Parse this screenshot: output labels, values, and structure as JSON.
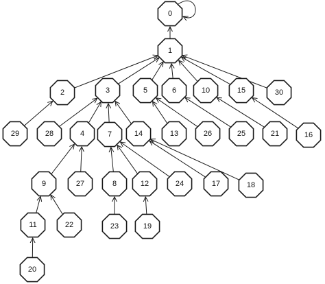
{
  "tree": {
    "root": "0",
    "nodes": [
      "0",
      "1",
      "2",
      "3",
      "4",
      "5",
      "6",
      "7",
      "8",
      "9",
      "10",
      "11",
      "12",
      "13",
      "14",
      "15",
      "16",
      "17",
      "18",
      "19",
      "20",
      "21",
      "22",
      "23",
      "24",
      "25",
      "26",
      "27",
      "28",
      "29",
      "30"
    ],
    "edges": [
      {
        "from": "0",
        "to": "0"
      },
      {
        "from": "1",
        "to": "0"
      },
      {
        "from": "2",
        "to": "1"
      },
      {
        "from": "3",
        "to": "1"
      },
      {
        "from": "5",
        "to": "1"
      },
      {
        "from": "6",
        "to": "1"
      },
      {
        "from": "10",
        "to": "1"
      },
      {
        "from": "15",
        "to": "1"
      },
      {
        "from": "30",
        "to": "1"
      },
      {
        "from": "29",
        "to": "2"
      },
      {
        "from": "28",
        "to": "3"
      },
      {
        "from": "4",
        "to": "3"
      },
      {
        "from": "7",
        "to": "3"
      },
      {
        "from": "14",
        "to": "3"
      },
      {
        "from": "13",
        "to": "5"
      },
      {
        "from": "26",
        "to": "5"
      },
      {
        "from": "25",
        "to": "6"
      },
      {
        "from": "21",
        "to": "10"
      },
      {
        "from": "16",
        "to": "15"
      },
      {
        "from": "9",
        "to": "4"
      },
      {
        "from": "27",
        "to": "4"
      },
      {
        "from": "8",
        "to": "7"
      },
      {
        "from": "12",
        "to": "7"
      },
      {
        "from": "24",
        "to": "7"
      },
      {
        "from": "17",
        "to": "14"
      },
      {
        "from": "18",
        "to": "14"
      },
      {
        "from": "11",
        "to": "9"
      },
      {
        "from": "22",
        "to": "9"
      },
      {
        "from": "23",
        "to": "8"
      },
      {
        "from": "19",
        "to": "12"
      },
      {
        "from": "20",
        "to": "11"
      }
    ]
  },
  "colors": {
    "stroke": "#1a1a1a",
    "fill": "#ffffff",
    "text": "#111111"
  }
}
